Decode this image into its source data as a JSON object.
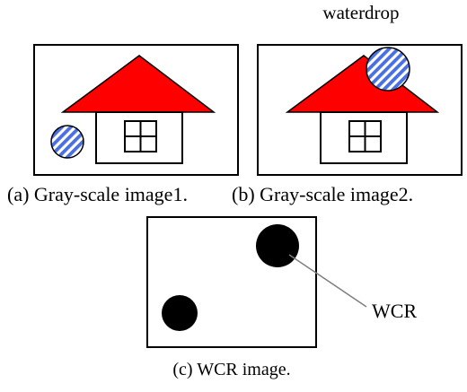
{
  "labels": {
    "waterdrop": "waterdrop",
    "wcr": "WCR"
  },
  "captions": {
    "a": "(a) Gray-scale image1.",
    "b": "(b) Gray-scale image2.",
    "c": "(c) WCR image."
  },
  "colors": {
    "roof": "#ff0000",
    "stripe_blue": "#4a6fe0",
    "stripe_white": "#ffffff",
    "wcr_spot": "#000000",
    "leader_line": "#808080",
    "outline": "#000000"
  }
}
